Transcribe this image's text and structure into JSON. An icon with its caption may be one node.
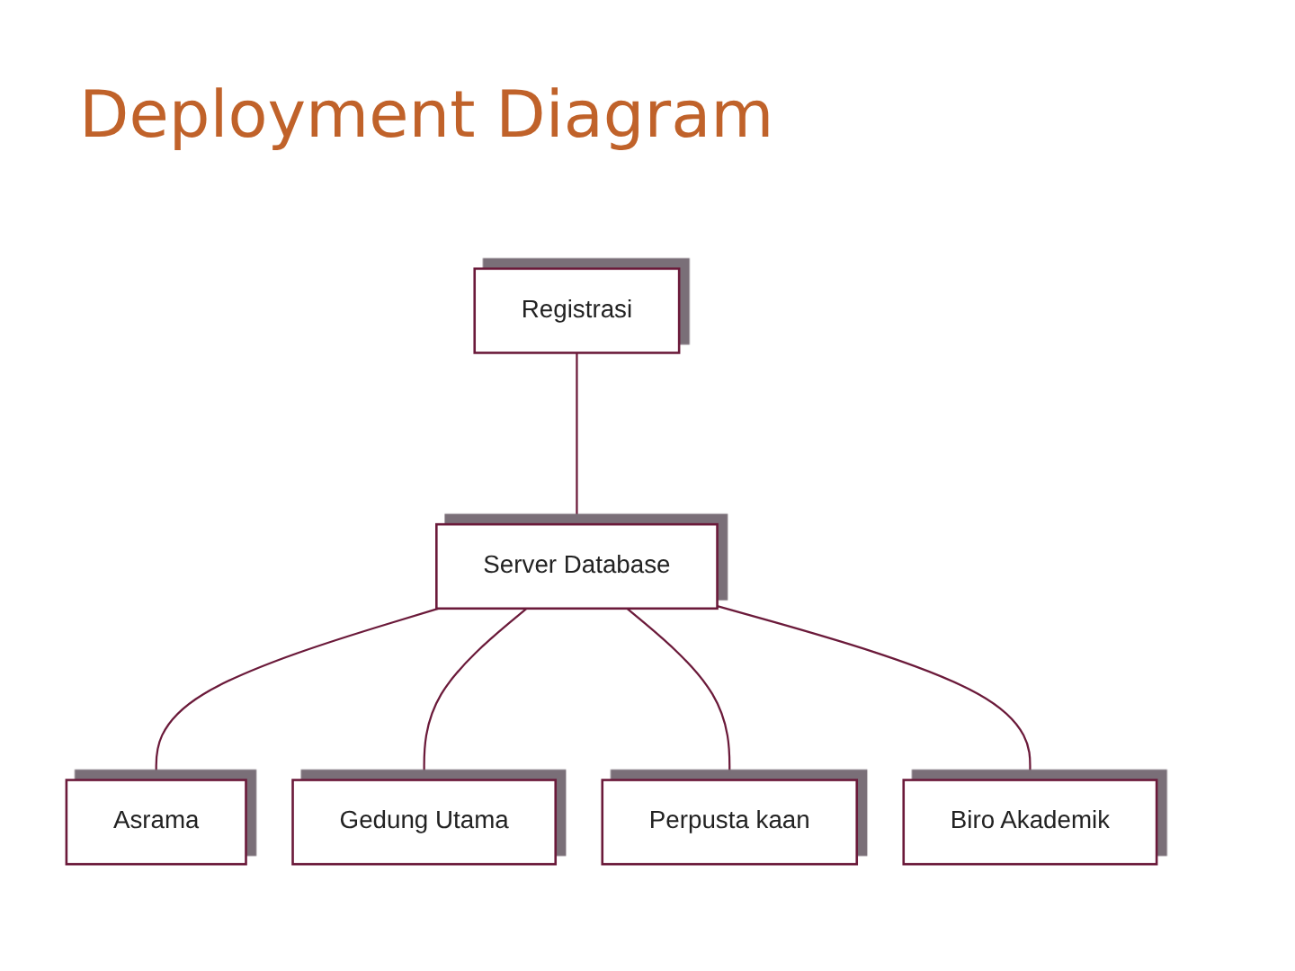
{
  "diagram": {
    "title": "Deployment Diagram",
    "nodes": [
      {
        "text": [
          "Server Database"
        ]
      },
      {
        "text": [
          "Registrasi"
        ]
      },
      {
        "text": [
          "Asrama"
        ]
      },
      {
        "text": [
          "Gedung Utama"
        ]
      },
      {
        "text": [
          "Perpusta kaan"
        ]
      },
      {
        "text": [
          "Biro Akademik"
        ]
      }
    ],
    "edges": [
      {
        "from": 1,
        "to": 0,
        "arrow": "none"
      },
      {
        "from": 0,
        "to": 2,
        "arrow": "none"
      },
      {
        "from": 0,
        "to": 3,
        "arrow": "none"
      },
      {
        "from": 0,
        "to": 4,
        "arrow": "none"
      },
      {
        "from": 0,
        "to": 5,
        "arrow": "none"
      }
    ]
  }
}
